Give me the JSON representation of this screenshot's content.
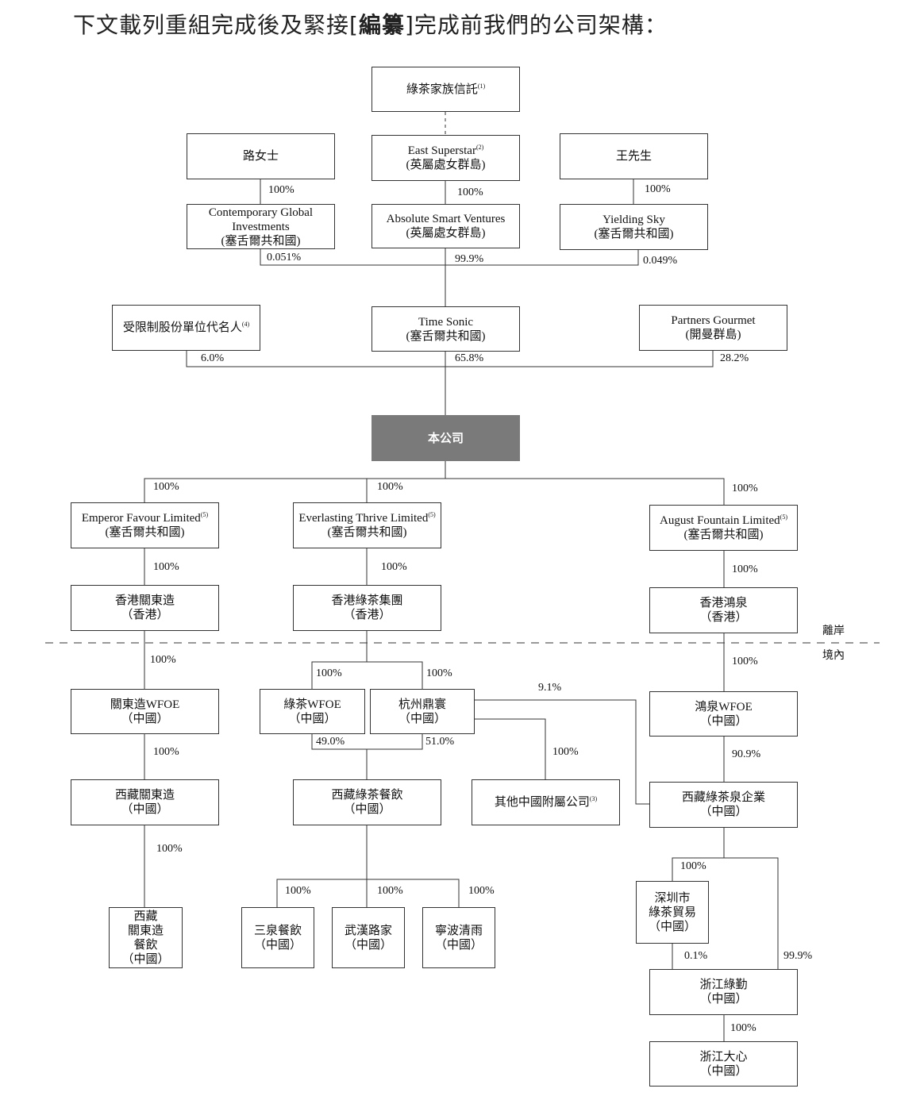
{
  "header": {
    "title_pre": "下文載列重組完成後及緊接[",
    "title_bold": "編纂",
    "title_post": "]完成前我們的公司架構："
  },
  "entities": {
    "trust": {
      "line1": "綠茶家族信託",
      "note": "(1)"
    },
    "lu": {
      "line1": "路女士"
    },
    "east_superstar": {
      "line1": "East Superstar",
      "note": "(2)",
      "line2": "(英屬處女群島)"
    },
    "wang": {
      "line1": "王先生"
    },
    "cgi": {
      "line1": "Contemporary Global",
      "line2": "Investments",
      "line3": "(塞舌爾共和國)"
    },
    "asv": {
      "line1": "Absolute Smart Ventures",
      "line2": "(英屬處女群島)"
    },
    "ys": {
      "line1": "Yielding Sky",
      "line2": "(塞舌爾共和國)"
    },
    "rsu": {
      "line1": "受限制股份單位代名人",
      "note": "(4)"
    },
    "ts": {
      "line1": "Time Sonic",
      "line2": "(塞舌爾共和國)"
    },
    "pg": {
      "line1": "Partners Gourmet",
      "line2": "(開曼群島)"
    },
    "company": {
      "line1": "本公司"
    },
    "efl": {
      "line1": "Emperor Favour Limited",
      "note": "(5)",
      "line2": "(塞舌爾共和國)"
    },
    "etl": {
      "line1": "Everlasting Thrive Limited",
      "note": "(5)",
      "line2": "(塞舌爾共和國)"
    },
    "afl": {
      "line1": "August Fountain Limited",
      "note": "(5)",
      "line2": "(塞舌爾共和國)"
    },
    "hk_gdz": {
      "line1": "香港關東造",
      "line2": "（香港）"
    },
    "hk_lcjt": {
      "line1": "香港綠茶集團",
      "line2": "（香港）"
    },
    "hk_hq": {
      "line1": "香港鴻泉",
      "line2": "（香港）"
    },
    "gdz_wfoe": {
      "line1": "關東造WFOE",
      "line2": "（中國）"
    },
    "lc_wfoe": {
      "line1": "綠茶WFOE",
      "line2": "（中國）"
    },
    "hz_dh": {
      "line1": "杭州鼎寰",
      "line2": "（中國）"
    },
    "hq_wfoe": {
      "line1": "鴻泉WFOE",
      "line2": "（中國）"
    },
    "xz_gdz": {
      "line1": "西藏關東造",
      "line2": "（中國）"
    },
    "xz_lccy": {
      "line1": "西藏綠茶餐飲",
      "line2": "（中國）"
    },
    "other_prc": {
      "line1": "其他中國附屬公司",
      "note": "(3)"
    },
    "xz_lcq": {
      "line1": "西藏綠茶泉企業",
      "line2": "（中國）"
    },
    "xz_gdz_cy": {
      "line1": "西藏",
      "line2": "關東造",
      "line3": "餐飲",
      "line4": "（中國）"
    },
    "sq": {
      "line1": "三泉餐飲",
      "line2": "（中國）"
    },
    "wh": {
      "line1": "武漢路家",
      "line2": "（中國）"
    },
    "nb": {
      "line1": "寧波清雨",
      "line2": "（中國）"
    },
    "sz": {
      "line1": "深圳市",
      "line2": "綠茶貿易",
      "line3": "（中國）"
    },
    "zj_lq": {
      "line1": "浙江綠勤",
      "line2": "（中國）"
    },
    "zj_dx": {
      "line1": "浙江大心",
      "line2": "（中國）"
    }
  },
  "percentages": {
    "lu_cgi": "100%",
    "es_asv": "100%",
    "wang_ys": "100%",
    "cgi_ts": "0.051%",
    "asv_ts": "99.9%",
    "ys_ts": "0.049%",
    "rsu_co": "6.0%",
    "ts_co": "65.8%",
    "pg_co": "28.2%",
    "co_efl": "100%",
    "co_etl": "100%",
    "co_afl": "100%",
    "efl_hk": "100%",
    "etl_hk": "100%",
    "afl_hk": "100%",
    "hk_gdz_wfoe": "100%",
    "hk_lc_wfoe": "100%",
    "hk_hzdh": "100%",
    "hk_hq_wfoe": "100%",
    "hzdh_xzlcq": "9.1%",
    "gdz_wfoe_xz": "100%",
    "lcwfoe_xzlc": "49.0%",
    "hzdh_xzlc": "51.0%",
    "hzdh_other": "100%",
    "hqwfoe_xzlcq": "90.9%",
    "xzgdz_cy": "100%",
    "xzlc_sq": "100%",
    "xzlc_wh": "100%",
    "xzlc_nb": "100%",
    "xzlcq_sz": "100%",
    "sz_zj": "0.1%",
    "xzlcq_zj": "99.9%",
    "zj_dx": "100%"
  },
  "labels": {
    "offshore": "離岸",
    "onshore": "境內"
  },
  "colors": {
    "line": "#333333",
    "company_fill": "#7a7a7a"
  }
}
